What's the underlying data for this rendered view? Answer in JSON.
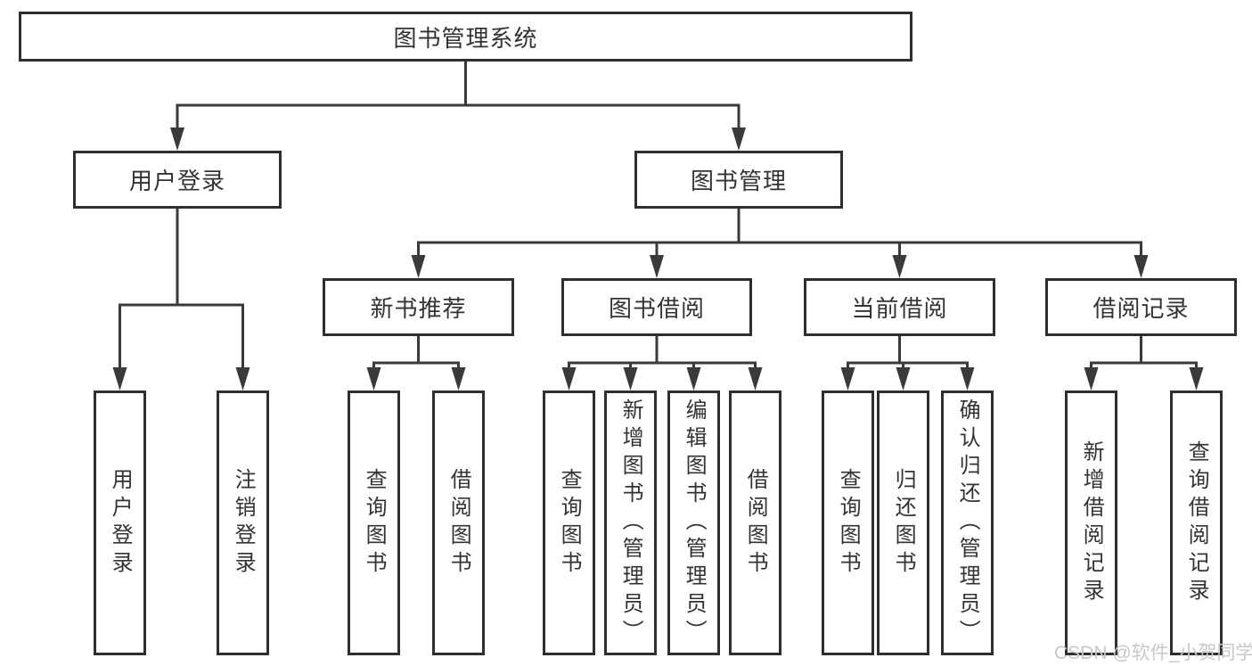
{
  "diagram_title": "图书管理系统",
  "nodes": {
    "root": "图书管理系统",
    "user_login": "用户登录",
    "book_mgmt": "图书管理",
    "new_books": "新书推荐",
    "borrow": "图书借阅",
    "current": "当前借阅",
    "records": "借阅记录",
    "leaves": {
      "user_login": [
        "用户登录",
        "注销登录"
      ],
      "new_books": [
        "查询图书",
        "借阅图书"
      ],
      "borrow": [
        "查询图书",
        "新增图书（管理员）",
        "编辑图书（管理员）",
        "借阅图书"
      ],
      "current": [
        "查询图书",
        "归还图书",
        "确认归还（管理员）"
      ],
      "records": [
        "新增借阅记录",
        "查询借阅记录"
      ]
    }
  },
  "hierarchy": {
    "root": "图书管理系统",
    "children": [
      {
        "label": "用户登录",
        "children": [
          "用户登录",
          "注销登录"
        ]
      },
      {
        "label": "图书管理",
        "children": [
          {
            "label": "新书推荐",
            "children": [
              "查询图书",
              "借阅图书"
            ]
          },
          {
            "label": "图书借阅",
            "children": [
              "查询图书",
              "新增图书（管理员）",
              "编辑图书（管理员）",
              "借阅图书"
            ]
          },
          {
            "label": "当前借阅",
            "children": [
              "查询图书",
              "归还图书",
              "确认归还（管理员）"
            ]
          },
          {
            "label": "借阅记录",
            "children": [
              "新增借阅记录",
              "查询借阅记录"
            ]
          }
        ]
      }
    ]
  },
  "watermark": {
    "text": "CSDN @软件_小贺同学"
  },
  "colors": {
    "line": "#3a3a3a",
    "box_border": "#2f2f2f",
    "text": "#333333",
    "watermark": "#c8c8c8",
    "background": "#ffffff"
  }
}
